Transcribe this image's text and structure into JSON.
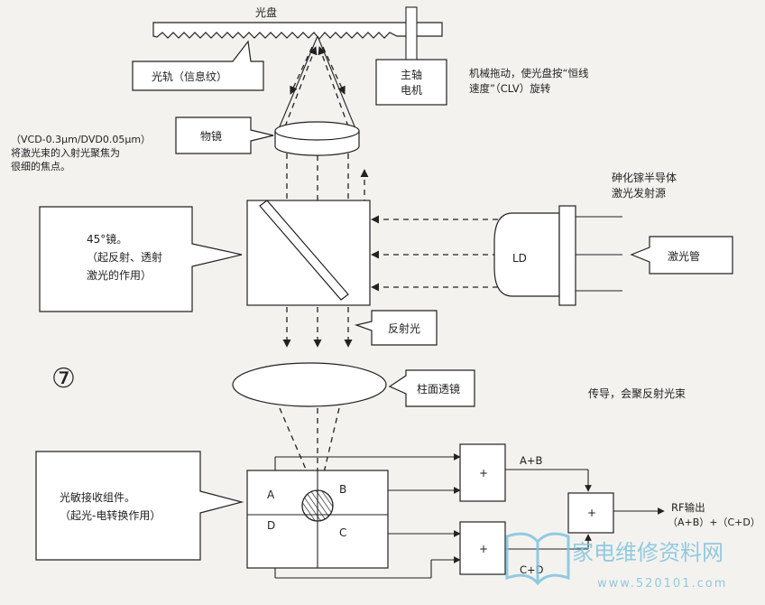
{
  "labels": {
    "disc": "光盘",
    "track": "光轨（信息纹）",
    "motor_line1": "主轴",
    "motor_line2": "电机",
    "motor_note_line1": "机械拖动，使光盘按“恒线",
    "motor_note_line2": "速度”（CLV）旋转",
    "objective_lens": "物镜",
    "focus_note_line1": "（VCD-0.3μm/DVD0.05μm）",
    "focus_note_line2": "将激光束的入射光聚焦为",
    "focus_note_line3": "很细的焦点。",
    "laser_source_line1": "砷化镓半导体",
    "laser_source_line2": "激光发射源",
    "ld": "LD",
    "laser_tube": "激光管",
    "mirror_line1": "45°镜。",
    "mirror_line2": "（起反射、透射",
    "mirror_line3": "激光的作用）",
    "reflected_light": "反射光",
    "circle_number": "⑦",
    "cylindrical_lens": "柱面透镜",
    "converge_note": "传导，会聚反射光束",
    "photodetector_line1": "光敏接收组件。",
    "photodetector_line2": "（起光-电转换作用）",
    "quad_a": "A",
    "quad_b": "B",
    "quad_c": "C",
    "quad_d": "D",
    "adder_top": "+",
    "adder_bottom": "+",
    "adder_out": "+",
    "sum_ab": "A+B",
    "sum_cd": "C+D",
    "rf_line1": "RF输出",
    "rf_line2": "（A+B）+（C+D）",
    "watermark_cn": "家电维修资料网",
    "watermark_url": "www.520101.com"
  },
  "colors": {
    "line": "#222222",
    "background": "#f4f2ef",
    "watermark": "#7fc4de"
  },
  "icons": {
    "detector": "hatched-circle-icon",
    "watermark_logo": "book-logo-icon"
  }
}
